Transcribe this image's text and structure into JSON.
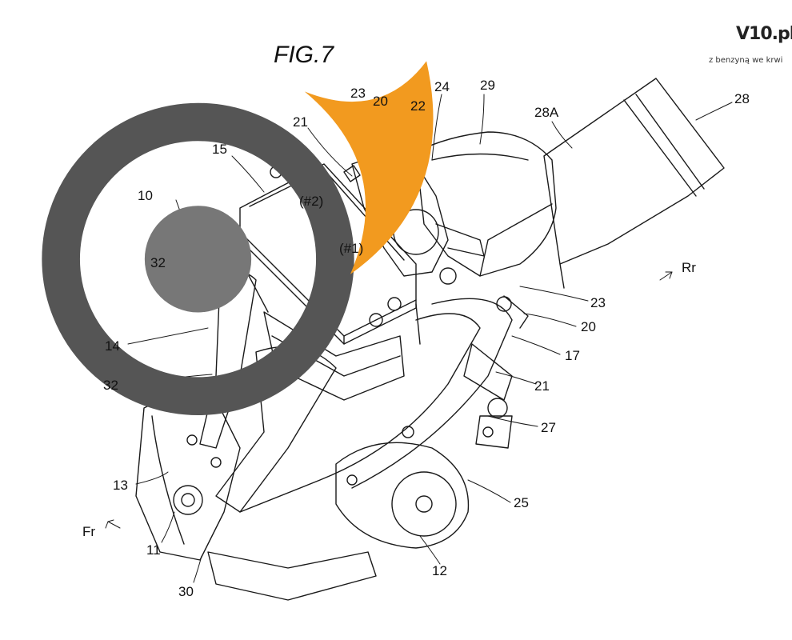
{
  "figure_title": "FIG.7",
  "logo": {
    "brand": "V10.pl",
    "tagline": "z benzyną we krwi",
    "flame_color": "#f29a1f"
  },
  "labels": {
    "l10": "10",
    "l15": "15",
    "l21a": "21",
    "l23a": "23",
    "l20a": "20",
    "l22": "22",
    "l24": "24",
    "l29": "29",
    "l28a": "28A",
    "l28": "28",
    "l32a": "32",
    "l14": "14",
    "l32b": "32",
    "l13": "13",
    "l11": "11",
    "l30": "30",
    "l12": "12",
    "l25": "25",
    "l27": "27",
    "l21b": "21",
    "l17": "17",
    "l20b": "20",
    "l23b": "23",
    "cyl1": "(#1)",
    "cyl2": "(#2)",
    "fr": "Fr",
    "rr": "Rr"
  }
}
